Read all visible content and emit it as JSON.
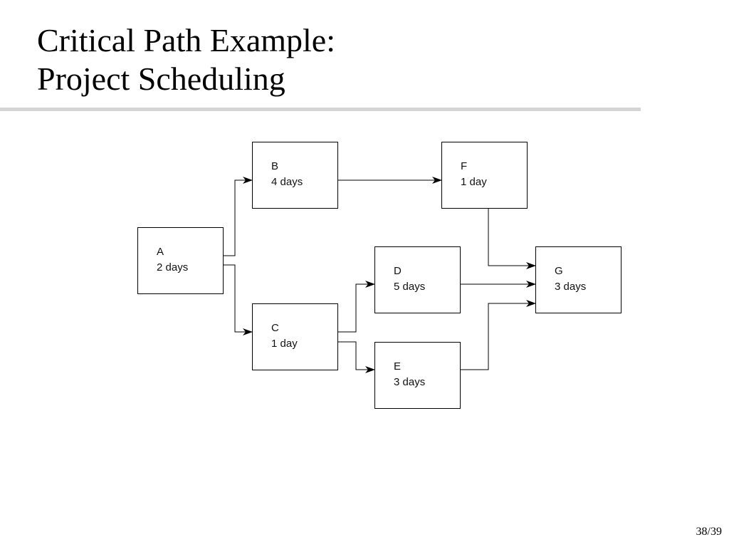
{
  "slide": {
    "title_line1": "Critical Path Example:",
    "title_line2": "Project Scheduling",
    "page_number": "38/39"
  },
  "diagram": {
    "nodes": [
      {
        "id": "A",
        "label": "A",
        "duration": "2 days"
      },
      {
        "id": "B",
        "label": "B",
        "duration": "4 days"
      },
      {
        "id": "C",
        "label": "C",
        "duration": "1 day"
      },
      {
        "id": "D",
        "label": "D",
        "duration": "5 days"
      },
      {
        "id": "E",
        "label": "E",
        "duration": "3 days"
      },
      {
        "id": "F",
        "label": "F",
        "duration": "1 day"
      },
      {
        "id": "G",
        "label": "G",
        "duration": "3 days"
      }
    ],
    "edges": [
      {
        "from": "A",
        "to": "B"
      },
      {
        "from": "A",
        "to": "C"
      },
      {
        "from": "B",
        "to": "F"
      },
      {
        "from": "C",
        "to": "D"
      },
      {
        "from": "C",
        "to": "E"
      },
      {
        "from": "F",
        "to": "G"
      },
      {
        "from": "D",
        "to": "G"
      },
      {
        "from": "E",
        "to": "G"
      }
    ]
  }
}
